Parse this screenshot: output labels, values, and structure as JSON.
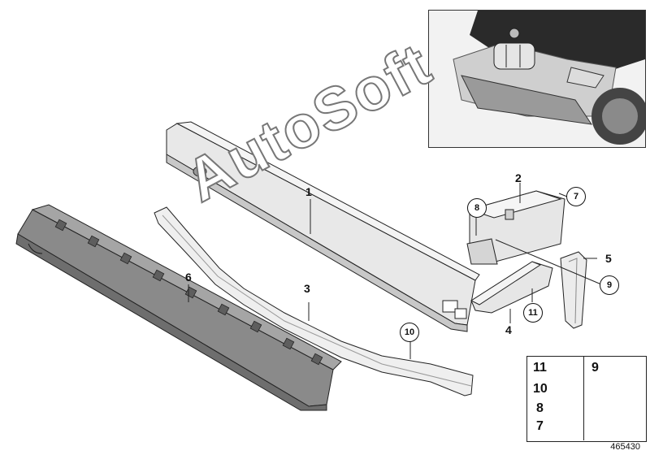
{
  "diagram": {
    "watermark": "AutoSoft",
    "callouts": {
      "p1": "1",
      "p2": "2",
      "p3": "3",
      "p4": "4",
      "p5": "5",
      "p6": "6",
      "p7": "7",
      "p8": "8",
      "p9": "9",
      "p10": "10",
      "p11": "11"
    },
    "legend": {
      "left_numbers": [
        "11",
        "10",
        "8",
        "7"
      ],
      "right_number": "9"
    },
    "figure_id": "465430"
  },
  "colors": {
    "line": "#222222",
    "part_light": "#e4e4e4",
    "part_mid": "#bdbdbd",
    "part_dark": "#8a8a8a",
    "car_dark": "#2a2a2a"
  },
  "icons": [
    "bolt-long-icon",
    "bolt-short-icon",
    "arrow-icon"
  ]
}
